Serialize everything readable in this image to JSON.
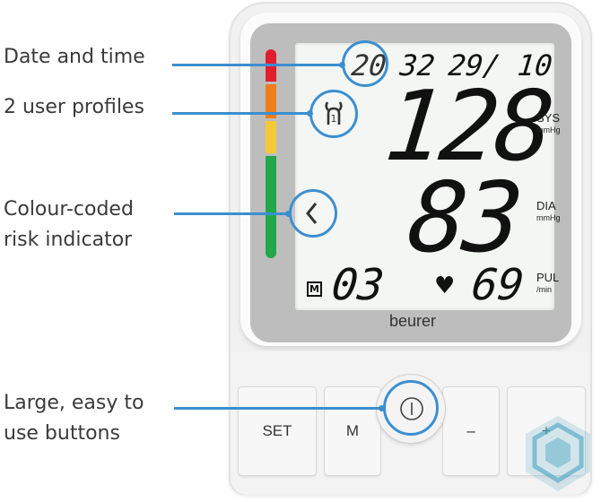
{
  "annotations": [
    {
      "id": "date-time",
      "text": "Date and time"
    },
    {
      "id": "user-profiles",
      "text": "2 user profiles"
    },
    {
      "id": "risk-1",
      "text": "Colour-coded"
    },
    {
      "id": "risk-2",
      "text": "risk indicator"
    },
    {
      "id": "buttons-1",
      "text": "Large, easy to"
    },
    {
      "id": "buttons-2",
      "text": "use buttons"
    }
  ],
  "display": {
    "hour": "20",
    "minute": "32",
    "date": "29/ 10",
    "systolic": "128",
    "diastolic": "83",
    "memory_label": "M",
    "memory_number": "03",
    "pulse": "69",
    "sys_label": "SYS",
    "dia_label": "DIA",
    "pul_label": "PUL",
    "mmhg_1": "mmHg",
    "mmhg_2": "mmHg",
    "per_min": "/min",
    "heart_glyph": "♥"
  },
  "brand": "beurer",
  "buttons": {
    "set": "SET",
    "m": "M",
    "minus": "–",
    "plus": "+"
  },
  "risk_colors": [
    "#e01e2e",
    "#ef7d1a",
    "#f5c936",
    "#22a74a"
  ],
  "accent_color": "#3b8fd0"
}
